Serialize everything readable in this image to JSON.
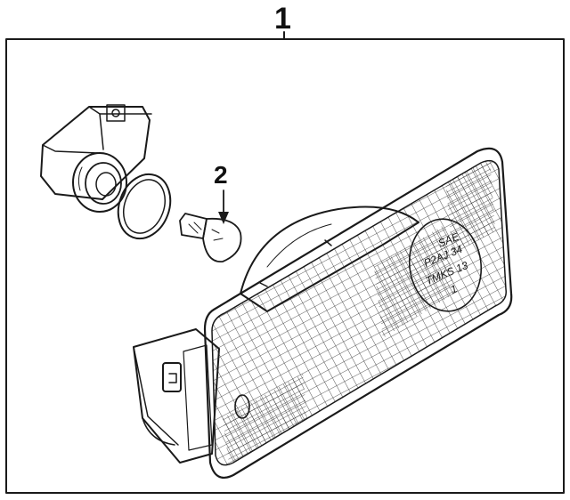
{
  "callouts": {
    "assembly_number": "1",
    "bulb_number": "2"
  },
  "parts": [
    {
      "id": "1",
      "name": "lamp-assembly"
    },
    {
      "id": "2",
      "name": "bulb"
    }
  ],
  "lens_stamp": {
    "line1": "SAE",
    "line2": "P2AJ 34",
    "line3": "TMKS 13",
    "line4": "1"
  },
  "colors": {
    "ink": "#1a1a1a",
    "background": "#ffffff"
  }
}
